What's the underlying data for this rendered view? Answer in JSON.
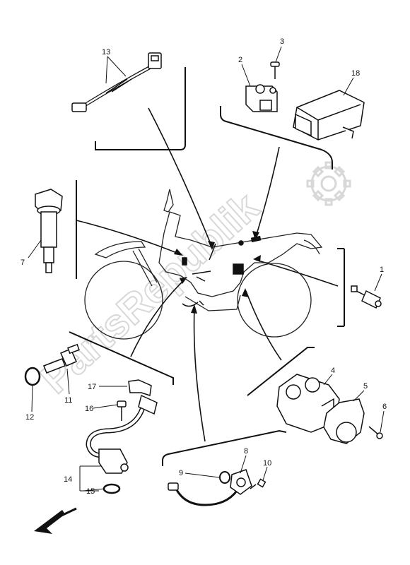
{
  "watermark": "PartsRepublik",
  "colors": {
    "ink": "#111111",
    "watermark": "#d8d8d8",
    "background": "#ffffff"
  },
  "icons": {
    "watermark_logo": "gear-icon",
    "direction_marker": "arrow-down-left-icon"
  },
  "callouts": {
    "p1": "1",
    "p2": "2",
    "p3": "3",
    "p4": "4",
    "p5": "5",
    "p6": "6",
    "p7": "7",
    "p8": "8",
    "p9": "9",
    "p10": "10",
    "p11": "11",
    "p12": "12",
    "p13": "13",
    "p14": "14",
    "p15": "15",
    "p16": "16",
    "p17": "17",
    "p18": "18"
  }
}
